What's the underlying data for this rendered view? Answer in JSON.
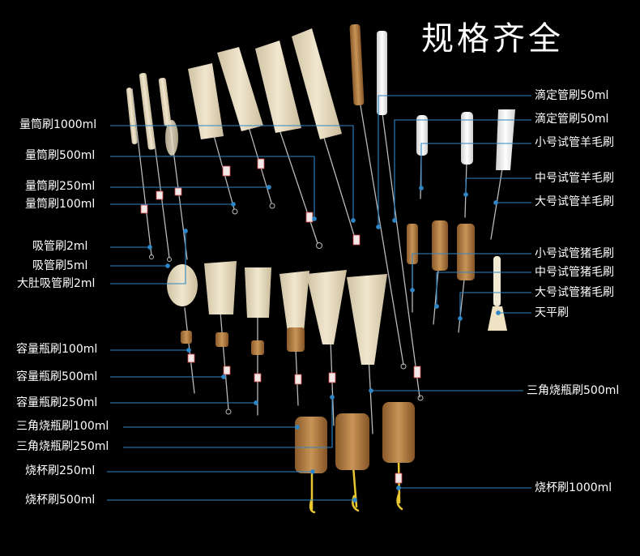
{
  "title": "规格齐全",
  "colors": {
    "background": "#000000",
    "leader": "#2f86c6",
    "bristle_light": "#e8dcc0",
    "bristle_brown": "#b07a3e",
    "wire": "#b9b9b9",
    "label": "#ffffff"
  },
  "labels_left": [
    "量筒刷1000ml",
    "量筒刷500ml",
    "量筒刷250ml",
    "量筒刷100ml",
    "吸管刷2ml",
    "吸管刷5ml",
    "大肚吸管刷2ml",
    "容量瓶刷100ml",
    "容量瓶刷500ml",
    "容量瓶刷250ml",
    "三角烧瓶刷100ml",
    "三角烧瓶刷250ml",
    "烧杯刷250ml",
    "烧杯刷500ml"
  ],
  "labels_right": [
    "滴定管刷50ml",
    "滴定管刷50ml",
    "小号试管羊毛刷",
    "中号试管羊毛刷",
    "大号试管羊毛刷",
    "小号试管猪毛刷",
    "中号试管猪毛刷",
    "大号试管猪毛刷",
    "天平刷",
    "三角烧瓶刷500ml",
    "烧杯刷1000ml"
  ]
}
